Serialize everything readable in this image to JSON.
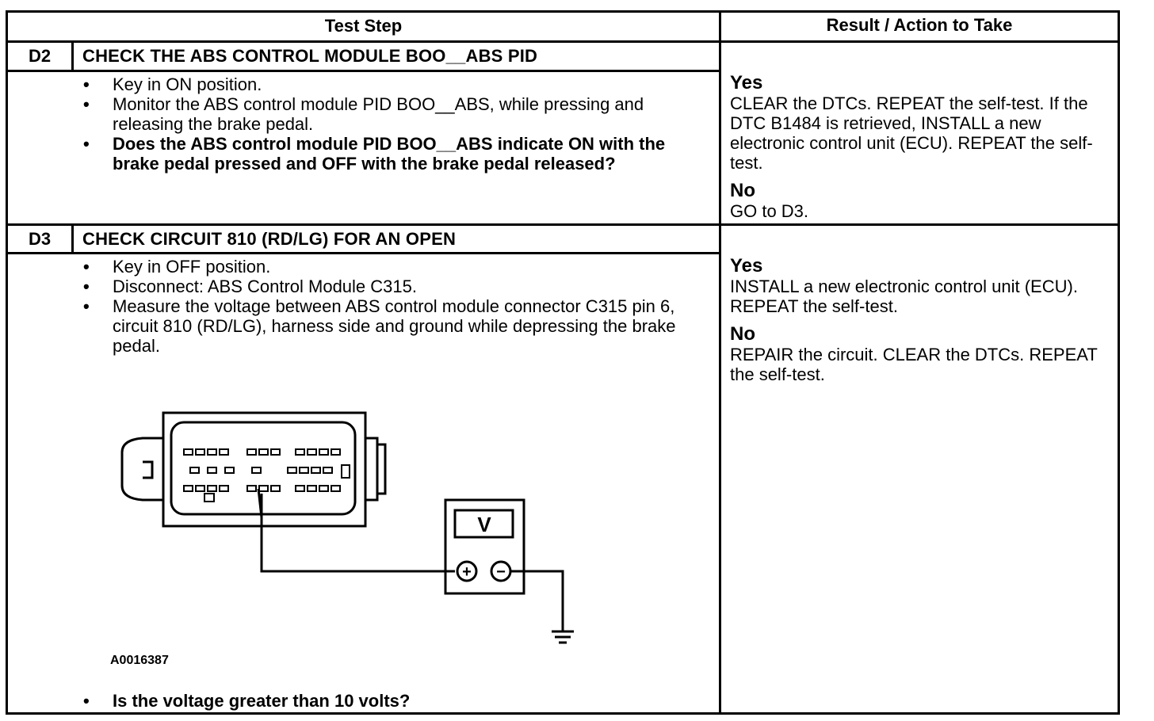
{
  "header": {
    "test_step": "Test Step",
    "result_action": "Result / Action to Take"
  },
  "rows": [
    {
      "code": "D2",
      "title": "CHECK THE ABS CONTROL MODULE BOO__ABS PID",
      "steps": [
        "Key in ON position.",
        "Monitor the ABS control module PID BOO__ABS, while pressing and releasing the brake pedal.",
        "Does the ABS control module PID BOO__ABS indicate ON with the brake pedal pressed and OFF with the brake pedal released?"
      ],
      "yes_label": "Yes",
      "yes_text": "CLEAR the DTCs. REPEAT the self-test. If the DTC B1484 is retrieved, INSTALL a new electronic control unit (ECU). REPEAT the self-test.",
      "no_label": "No",
      "no_text": "GO to D3."
    },
    {
      "code": "D3",
      "title": "CHECK CIRCUIT 810 (RD/LG) FOR AN OPEN",
      "steps": [
        "Key in OFF position.",
        "Disconnect: ABS Control Module C315.",
        "Measure the voltage between ABS control module connector C315 pin 6, circuit 810 (RD/LG), harness side and ground while depressing the brake pedal."
      ],
      "diagram": {
        "meter_label": "V",
        "plus_symbol": "+",
        "minus_symbol": "−",
        "figure_code": "A0016387"
      },
      "question": "Is the voltage greater than 10 volts?",
      "yes_label": "Yes",
      "yes_text": "INSTALL a new electronic control unit (ECU). REPEAT the self-test.",
      "no_label": "No",
      "no_text": "REPAIR the circuit. CLEAR the DTCs. REPEAT the self-test."
    }
  ]
}
